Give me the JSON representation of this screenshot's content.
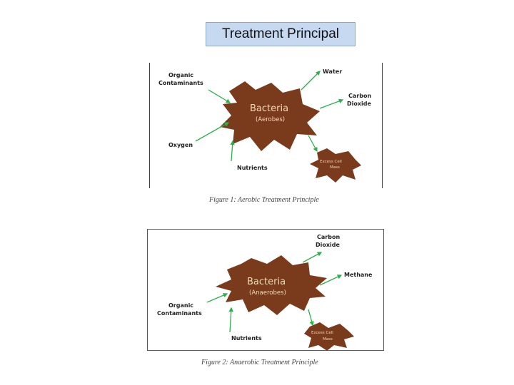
{
  "title": "Treatment Principal",
  "figure1": {
    "caption": "Figure 1: Aerobic Treatment Principle",
    "bacteria": "Bacteria",
    "bacteria_type": "(Aerobes)",
    "inputs": {
      "organic_line1": "Organic",
      "organic_line2": "Contaminants",
      "oxygen": "Oxygen",
      "nutrients": "Nutrients"
    },
    "outputs": {
      "water": "Water",
      "carbon_line1": "Carbon",
      "carbon_line2": "Dioxide",
      "excess_line1": "Excess Cell",
      "excess_line2": "Mass"
    }
  },
  "figure2": {
    "caption": "Figure 2: Anaerobic Treatment Principle",
    "bacteria": "Bacteria",
    "bacteria_type": "(Anaerobes)",
    "inputs": {
      "organic_line1": "Organic",
      "organic_line2": "Contaminants",
      "nutrients": "Nutrients"
    },
    "outputs": {
      "carbon_line1": "Carbon",
      "carbon_line2": "Dioxide",
      "methane": "Methane",
      "excess_line1": "Excess Cell",
      "excess_line2": "Mass"
    }
  },
  "colors": {
    "blob": "#7a3b1c",
    "arrow": "#2db04b",
    "title_bg": "#c6d9f1"
  }
}
